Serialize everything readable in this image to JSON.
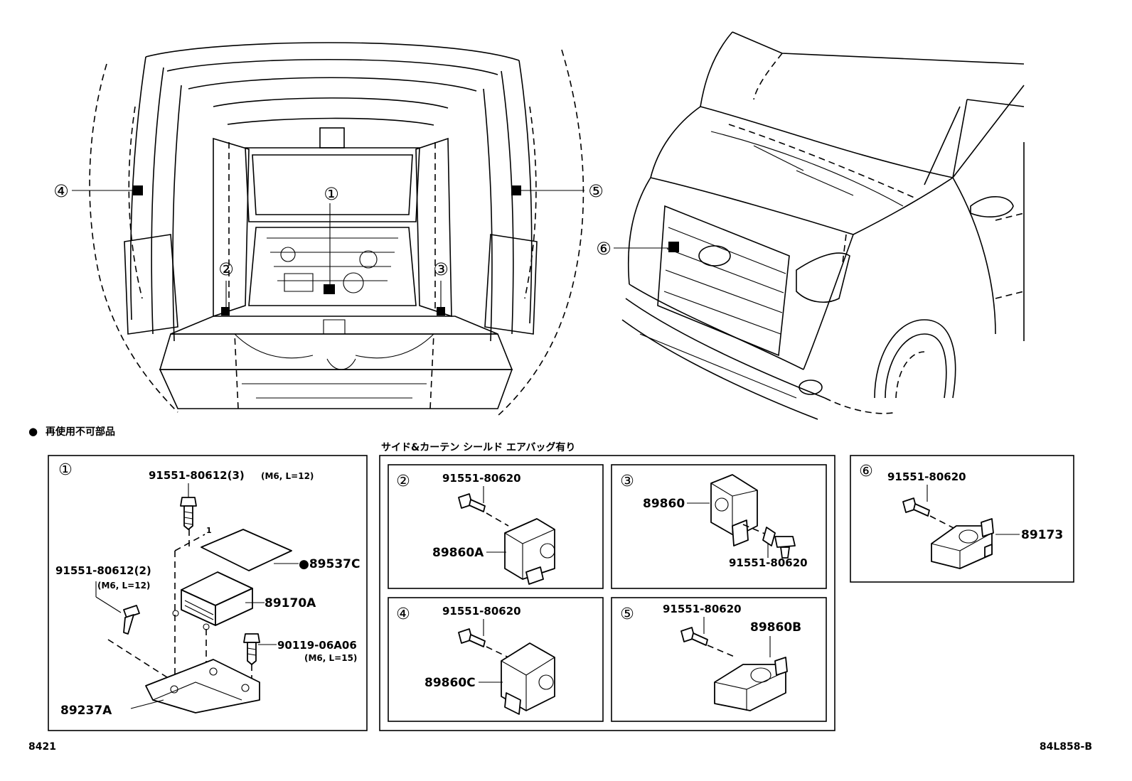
{
  "legend": {
    "marker": "●",
    "text": "再使用不可部品"
  },
  "section_title": "サイド&カーテン シールド エアバッグ有り",
  "location_callouts": [
    "①",
    "②",
    "③",
    "④",
    "⑤",
    "⑥"
  ],
  "panel1": {
    "index": "①",
    "bolt_top": {
      "part": "91551-80612(3)",
      "spec": "(M6, L=12)"
    },
    "bolt_left": {
      "part": "91551-80612(2)",
      "spec": "(M6, L=12)"
    },
    "bolt_right": {
      "part": "90119-06A06",
      "spec": "(M6, L=15)"
    },
    "label_sheet": "●89537C",
    "ecu": "89170A",
    "bracket": "89237A"
  },
  "panel2": {
    "index": "②",
    "bolt": "91551-80620",
    "sensor": "89860A"
  },
  "panel3": {
    "index": "③",
    "bolt": "91551-80620",
    "sensor": "89860"
  },
  "panel4": {
    "index": "④",
    "bolt": "91551-80620",
    "sensor": "89860C"
  },
  "panel5": {
    "index": "⑤",
    "bolt": "91551-80620",
    "sensor": "89860B"
  },
  "panel6": {
    "index": "⑥",
    "bolt": "91551-80620",
    "sensor": "89173"
  },
  "footer": {
    "left": "8421",
    "right": "84L858-B"
  }
}
